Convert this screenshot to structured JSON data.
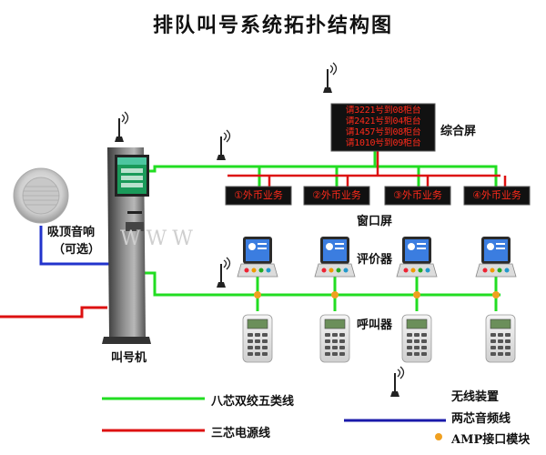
{
  "title": "排队叫号系统拓扑结构图",
  "labels": {
    "kiosk": "叫号机",
    "speaker_line1": "吸顶音响",
    "speaker_line2": "（可选）",
    "combined_screen": "综合屏",
    "window_screen": "窗口屏",
    "evaluator": "评价器",
    "caller": "呼叫器",
    "watermark": "WWW"
  },
  "display_lines": [
    "请3221号到08柜台",
    "请2421号到04柜台",
    "请1457号到08柜台",
    "请1010号到09柜台"
  ],
  "window_screens": [
    "①外币业务",
    "②外币业务",
    "③外币业务",
    "④外币业务"
  ],
  "legend": [
    {
      "label": "八芯双绞五类线",
      "color": "#22dd22"
    },
    {
      "label": "三芯电源线",
      "color": "#dd1111"
    },
    {
      "label": "无线装置",
      "color": ""
    },
    {
      "label": "两芯音频线",
      "color": "#1a1aaa"
    },
    {
      "label": "AMP接口模块",
      "color": "#f0a020"
    }
  ],
  "colors": {
    "network": "#22dd22",
    "power": "#dd1111",
    "audio": "#2233cc",
    "amp": "#f0a020",
    "led_text": "#ff2a1a"
  }
}
